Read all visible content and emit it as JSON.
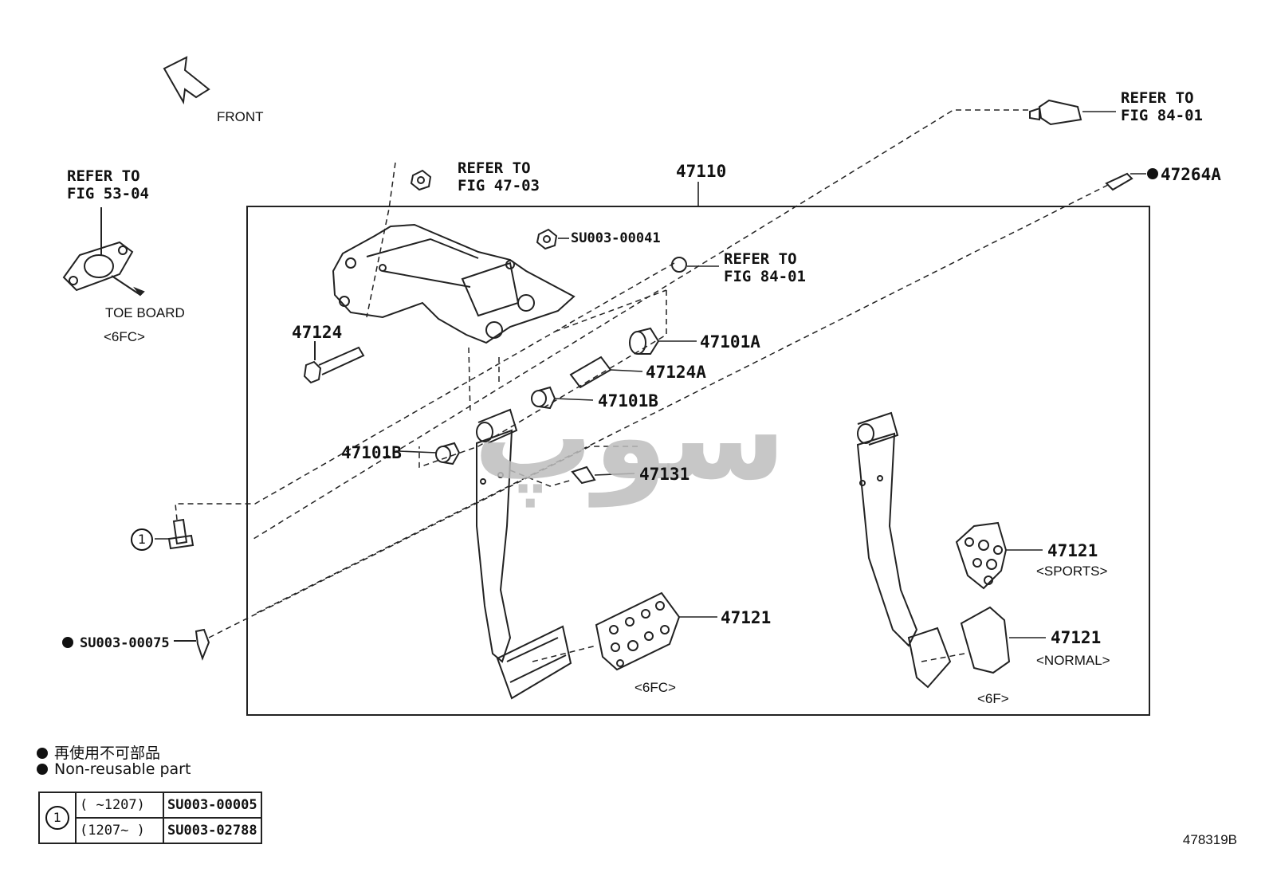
{
  "diagram": {
    "front_label": "FRONT",
    "refer_53": [
      "REFER TO",
      "FIG 53-04"
    ],
    "toe_board": "TOE BOARD",
    "toe_board_sub": "<6FC>",
    "refer_4703": [
      "REFER TO",
      "FIG 47-03"
    ],
    "refer_8401_top": [
      "REFER TO",
      "FIG 84-01"
    ],
    "refer_8401_mid": [
      "REFER TO",
      "FIG 84-01"
    ],
    "parts": {
      "p47110": "47110",
      "p47264A": "47264A",
      "su00041": "SU003-00041",
      "p47124": "47124",
      "p47101A": "47101A",
      "p47124A": "47124A",
      "p47101B_right": "47101B",
      "p47101B_left": "47101B",
      "p47131": "47131",
      "su00075": "SU003-00075",
      "p47121_main": "47121",
      "p47121_sports": "47121",
      "p47121_normal": "47121",
      "circle_one": "1"
    },
    "variants": {
      "sports": "<SPORTS>",
      "normal": "<NORMAL>",
      "sixfc": "<6FC>",
      "sixf": "<6F>"
    },
    "watermark": "ﺳﻮﭖ"
  },
  "legend": {
    "line_jp": "再使用不可部品",
    "line_en": "Non-reusable part"
  },
  "code_table": {
    "marker": "1",
    "rows": [
      {
        "range": "(       ~1207)",
        "code": "SU003-00005"
      },
      {
        "range": "(1207~        )",
        "code": "SU003-02788"
      }
    ]
  },
  "figure_id": "478319B"
}
